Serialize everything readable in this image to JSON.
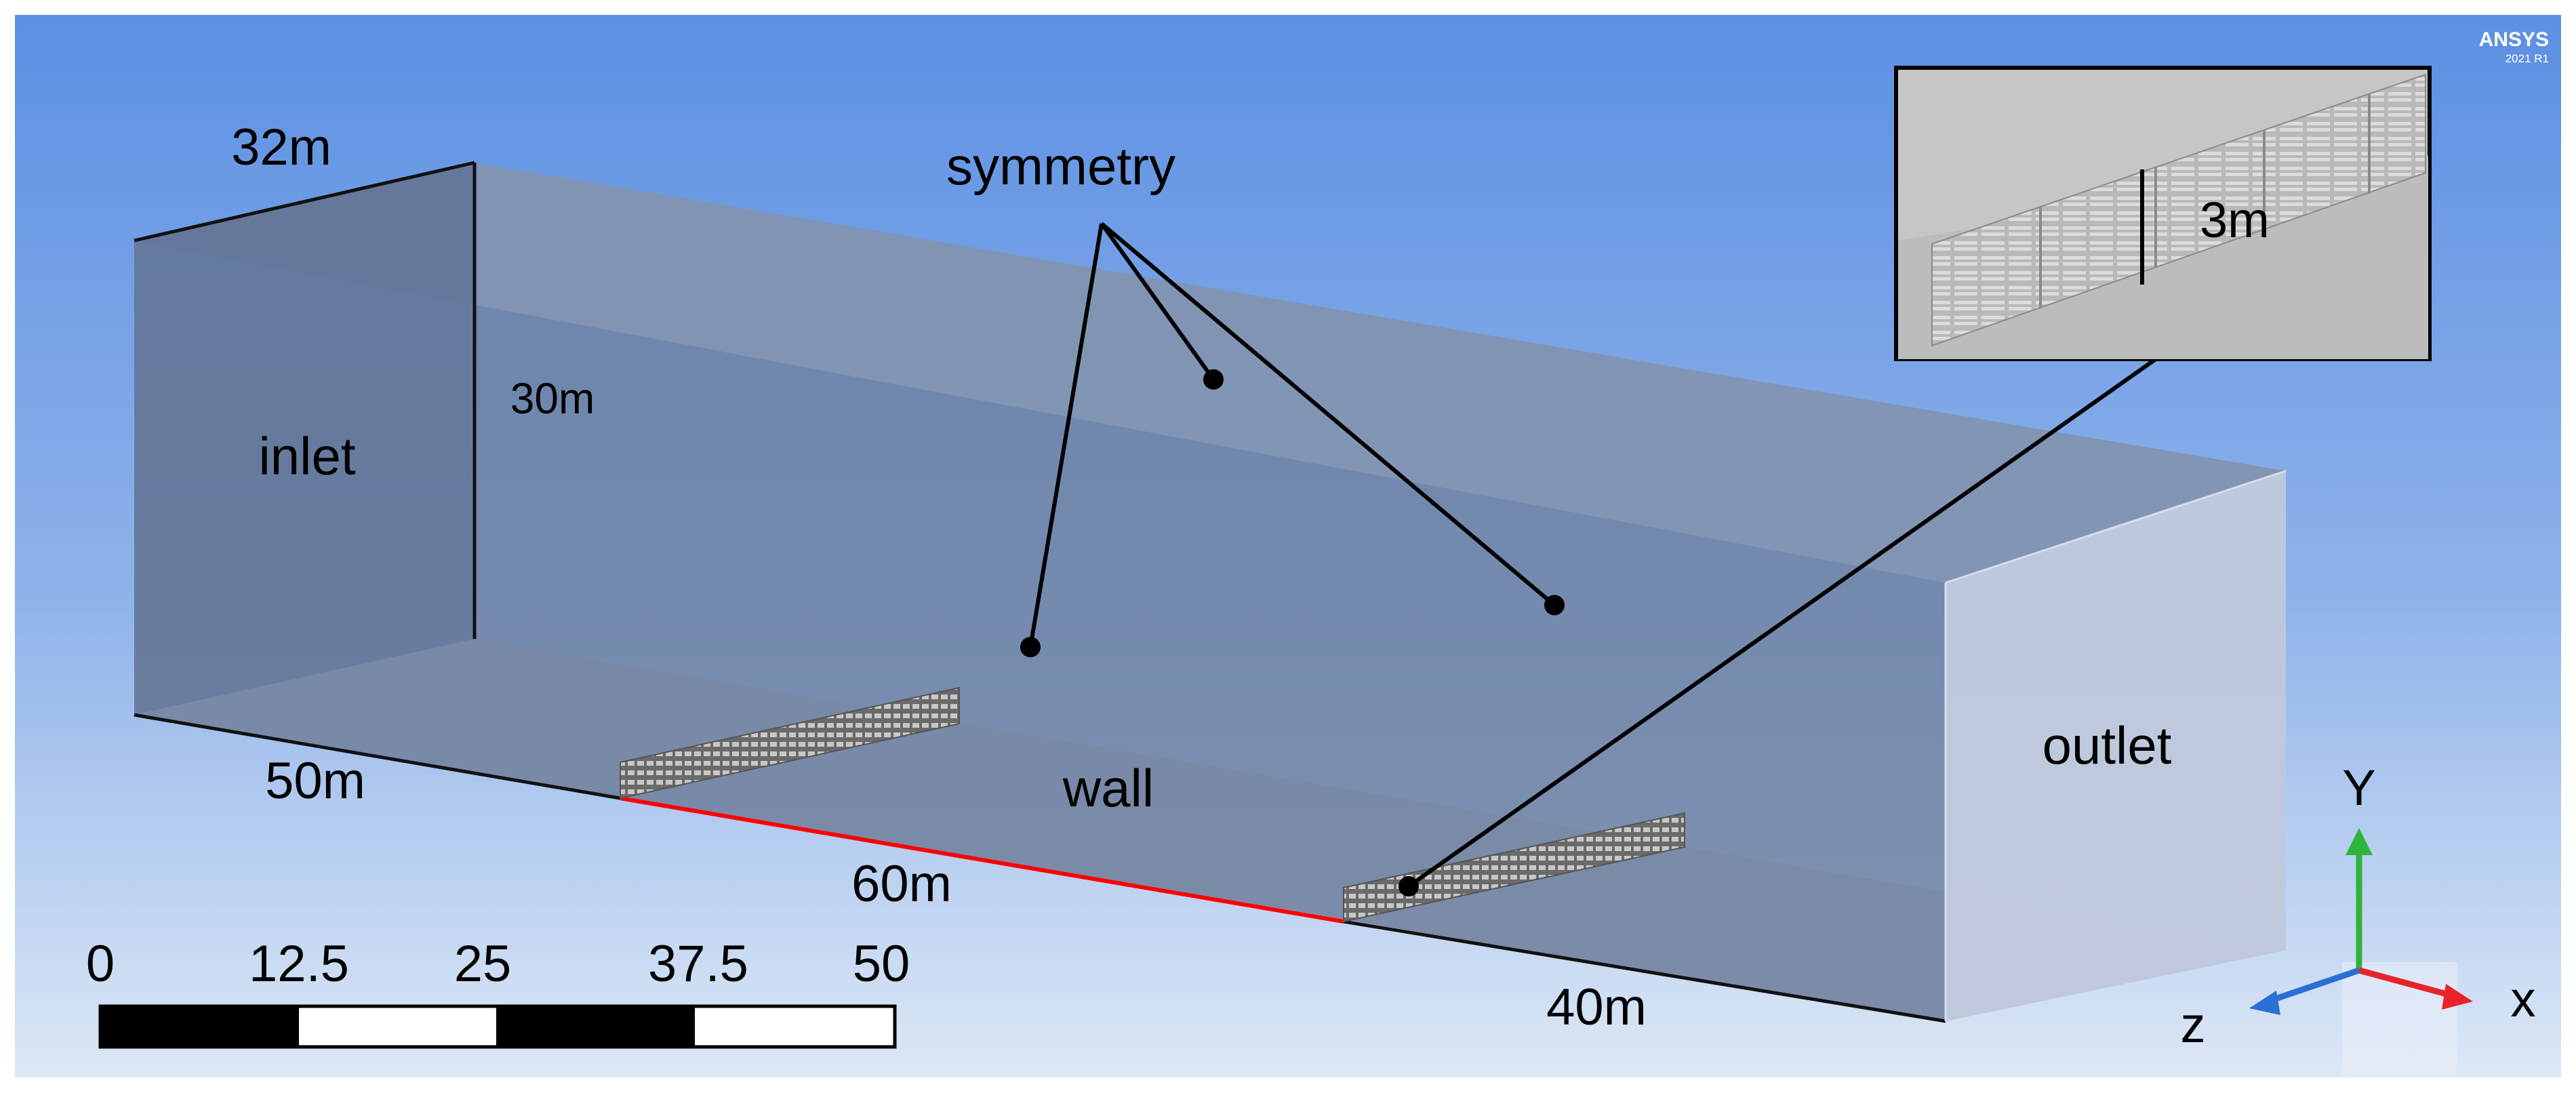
{
  "branding": {
    "name": "ANSYS",
    "version": "2021 R1"
  },
  "labels": {
    "symmetry": "symmetry",
    "inlet": "inlet",
    "outlet": "outlet",
    "wall": "wall"
  },
  "dimensions": {
    "width": "32m",
    "height": "30m",
    "upstream": "50m",
    "between_barriers": "60m",
    "downstream": "40m",
    "barrier_height": "3m"
  },
  "scale_bar": {
    "ticks": [
      "0",
      "12.5",
      "25",
      "37.5",
      "50"
    ]
  },
  "triad": {
    "x": "x",
    "y": "Y",
    "z": "z"
  },
  "colors": {
    "background_top": "#5b8fe3",
    "background_bottom": "#dfe9f6",
    "highlight_edge": "#ff0000",
    "triad_x": "#e8222a",
    "triad_y": "#2fb43a",
    "triad_z": "#2a6fd4"
  }
}
